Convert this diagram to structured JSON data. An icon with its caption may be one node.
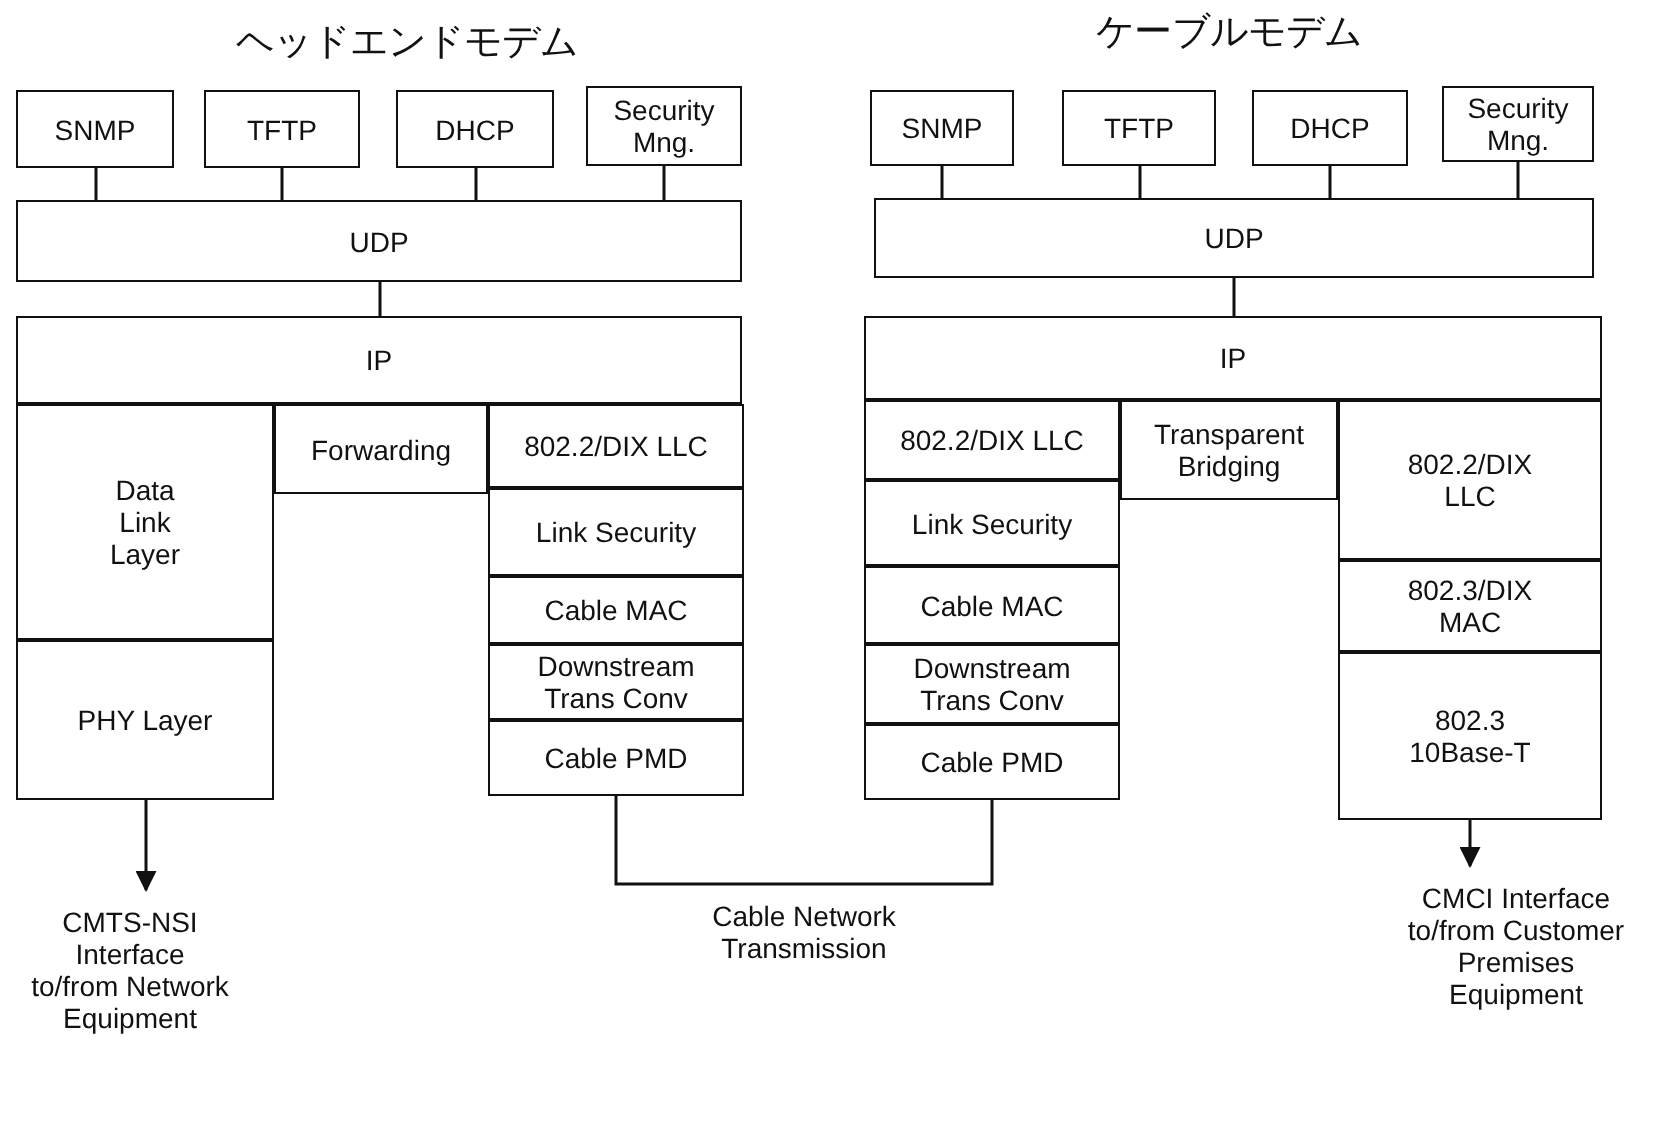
{
  "diagram": {
    "nodes": [
      {
        "text": [
          "SNMP"
        ]
      },
      {
        "text": [
          "TFTP"
        ]
      },
      {
        "text": [
          "DHCP"
        ]
      },
      {
        "text": [
          "Security Mng."
        ]
      },
      {
        "text": [
          "UDP"
        ]
      },
      {
        "text": [
          "IP"
        ]
      },
      {
        "text": [
          "Data Link Layer"
        ]
      },
      {
        "text": [
          "PHY Layer"
        ]
      },
      {
        "text": [
          "Forwarding"
        ]
      },
      {
        "text": [
          "802.2/DIX LLC"
        ]
      },
      {
        "text": [
          "Link Security"
        ]
      },
      {
        "text": [
          "Cable MAC"
        ]
      },
      {
        "text": [
          "Downstream Trans Conv"
        ]
      },
      {
        "text": [
          "Cable PMD"
        ]
      },
      {
        "text": [
          "SNMP"
        ]
      },
      {
        "text": [
          "TFTP"
        ]
      },
      {
        "text": [
          "DHCP"
        ]
      },
      {
        "text": [
          "Security Mng."
        ]
      },
      {
        "text": [
          "UDP"
        ]
      },
      {
        "text": [
          "IP"
        ]
      },
      {
        "text": [
          "802.2/DIX LLC"
        ]
      },
      {
        "text": [
          "Link Security"
        ]
      },
      {
        "text": [
          "Cable MAC"
        ]
      },
      {
        "text": [
          "Downstream Trans Conv"
        ]
      },
      {
        "text": [
          "Cable PMD"
        ]
      },
      {
        "text": [
          "Transparent Bridging"
        ]
      },
      {
        "text": [
          "802.2/DIX LLC"
        ]
      },
      {
        "text": [
          "802.3/DIX MAC"
        ]
      },
      {
        "text": [
          "802.3 10Base-T"
        ]
      },
      {
        "text": [
          "CMTS-NSI Interface to/from Network Equipment"
        ]
      },
      {
        "text": [
          "CMCI Interface to/from Customer Premises Equipment"
        ]
      }
    ],
    "edges": [
      {
        "from": 0,
        "to": 4,
        "arrow": "none"
      },
      {
        "from": 1,
        "to": 4,
        "arrow": "none"
      },
      {
        "from": 2,
        "to": 4,
        "arrow": "none"
      },
      {
        "from": 3,
        "to": 4,
        "arrow": "none"
      },
      {
        "from": 4,
        "to": 5,
        "arrow": "none"
      },
      {
        "from": 14,
        "to": 18,
        "arrow": "none"
      },
      {
        "from": 15,
        "to": 18,
        "arrow": "none"
      },
      {
        "from": 16,
        "to": 18,
        "arrow": "none"
      },
      {
        "from": 17,
        "to": 18,
        "arrow": "none"
      },
      {
        "from": 18,
        "to": 19,
        "arrow": "none"
      },
      {
        "from": 7,
        "to": 29,
        "arrow": "to"
      },
      {
        "from": 13,
        "to": 24,
        "arrow": "none",
        "label": "Cable Network Transmission"
      },
      {
        "from": 28,
        "to": 30,
        "arrow": "to"
      }
    ],
    "labels": [
      "ヘッドエンドモデム",
      "ケーブルモデム"
    ]
  }
}
